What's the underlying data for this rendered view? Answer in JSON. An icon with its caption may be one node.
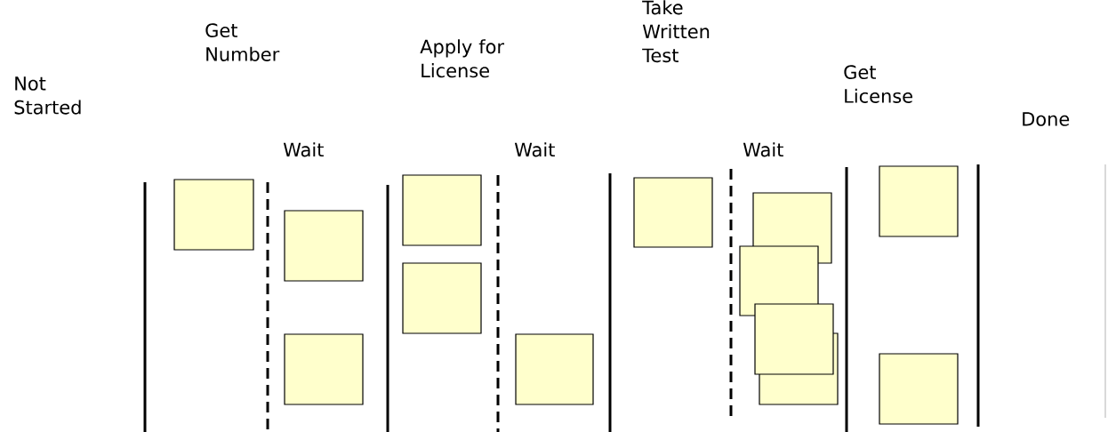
{
  "diagram": {
    "nodes": [
      {
        "text": [],
        "shape": "box"
      },
      {
        "text": [],
        "shape": "box"
      },
      {
        "text": [],
        "shape": "box"
      },
      {
        "text": [],
        "shape": "box"
      },
      {
        "text": [],
        "shape": "box"
      },
      {
        "text": [],
        "shape": "box"
      },
      {
        "text": [],
        "shape": "box"
      },
      {
        "text": [],
        "shape": "box"
      },
      {
        "text": [],
        "shape": "box"
      },
      {
        "text": [],
        "shape": "box"
      },
      {
        "text": [],
        "shape": "box"
      },
      {
        "text": [],
        "shape": "box"
      },
      {
        "text": [],
        "shape": "box"
      }
    ],
    "labels": [
      "Not Started",
      "Get Number",
      "Wait",
      "Apply for License",
      "Wait",
      "Take Written Test",
      "Wait",
      "Get License",
      "Done"
    ]
  }
}
